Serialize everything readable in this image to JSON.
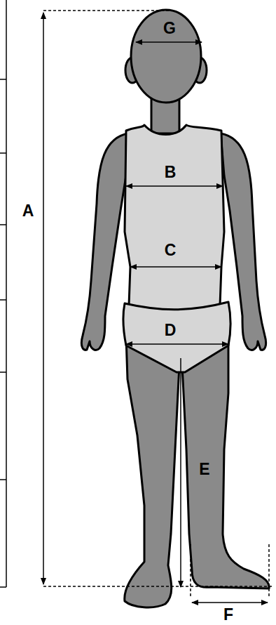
{
  "diagram": {
    "labels": [
      "G",
      "B",
      "C",
      "D",
      "E",
      "A",
      "F"
    ]
  }
}
